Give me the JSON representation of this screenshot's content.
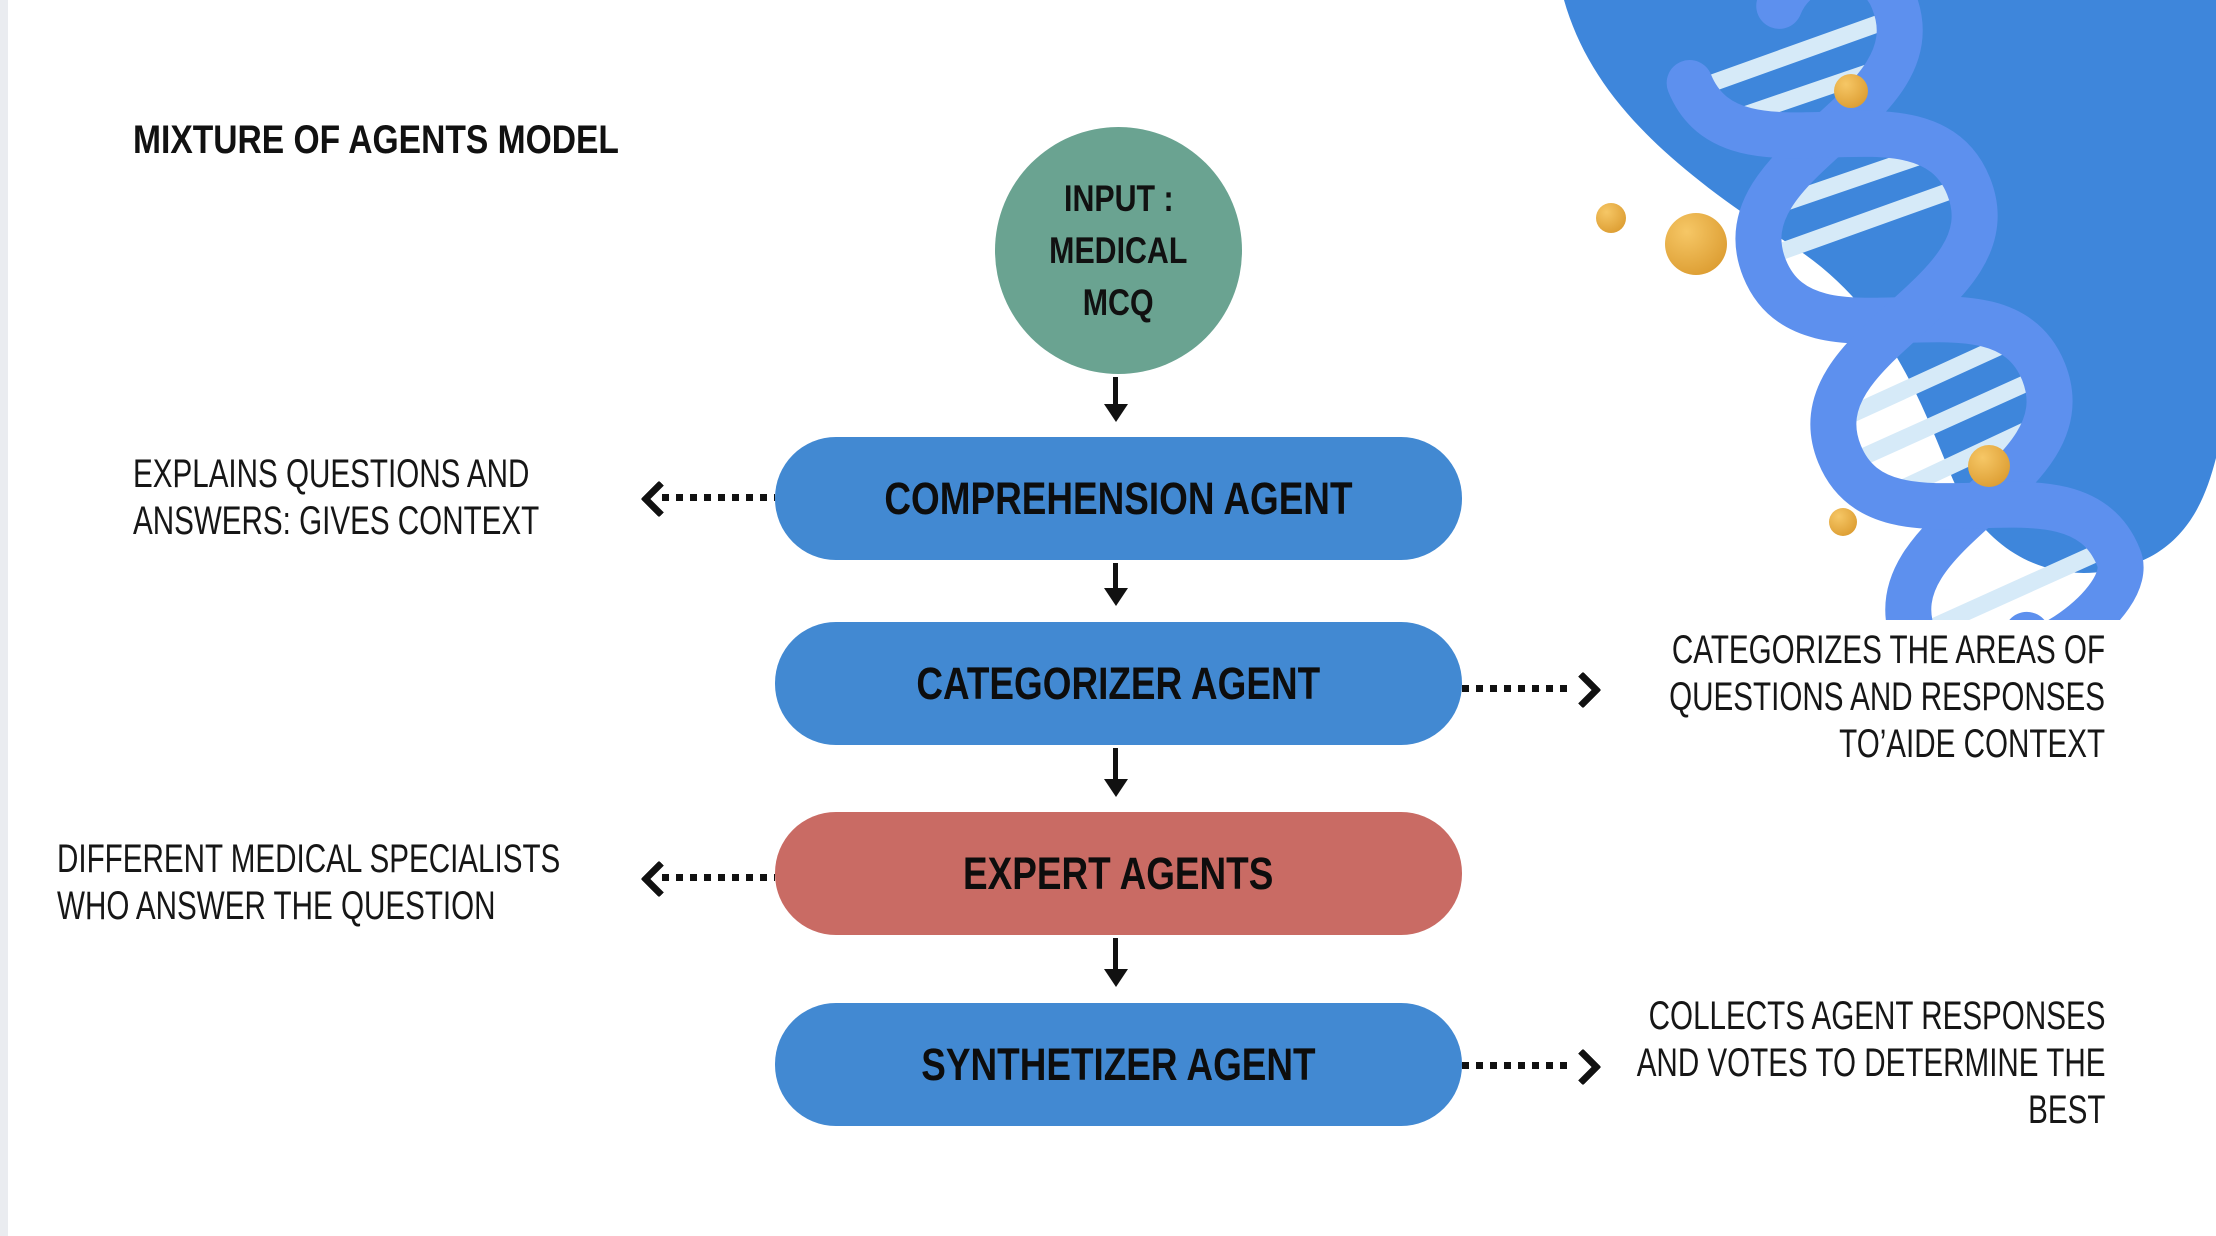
{
  "title": "MIXTURE OF AGENTS MODEL",
  "input_node": {
    "lines": [
      "INPUT :",
      "MEDICAL",
      "MCQ"
    ]
  },
  "nodes": [
    {
      "label": "COMPREHENSION AGENT",
      "color": "#4289d2"
    },
    {
      "label": "CATEGORIZER AGENT",
      "color": "#4289d2"
    },
    {
      "label": "EXPERT AGENTS",
      "color": "#c96b64"
    },
    {
      "label": "SYNTHETIZER AGENT",
      "color": "#4289d2"
    }
  ],
  "annotations": [
    {
      "side": "left",
      "lines": [
        "EXPLAINS QUESTIONS AND",
        "ANSWERS: GIVES CONTEXT"
      ]
    },
    {
      "side": "right",
      "lines": [
        "CATEGORIZES THE AREAS OF",
        "QUESTIONS AND RESPONSES",
        "TO’AIDE CONTEXT"
      ]
    },
    {
      "side": "left",
      "lines": [
        "DIFFERENT MEDICAL SPECIALISTS",
        "WHO ANSWER THE QUESTION"
      ]
    },
    {
      "side": "right",
      "lines": [
        "COLLECTS AGENT RESPONSES",
        "AND VOTES TO DETERMINE THE",
        "BEST"
      ]
    }
  ],
  "colors": {
    "node_blue": "#4289d2",
    "node_red": "#c96b64",
    "input_green": "#6aa391",
    "blob_blue": "#3e86db",
    "helix_blue": "#5d90ee",
    "rung_blue": "#d6eaf8",
    "gold": "#e2a33d",
    "arrow_black": "#111111"
  }
}
